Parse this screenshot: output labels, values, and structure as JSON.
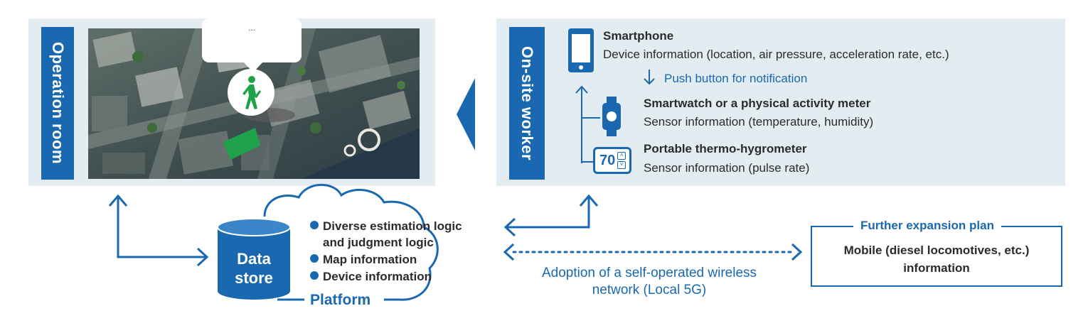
{
  "operation_room": {
    "label": "Operation room",
    "map_callout": "..."
  },
  "onsite_worker": {
    "label": "On-site worker",
    "devices": [
      {
        "name": "Smartphone",
        "info": "Device information (location, air pressure, acceleration rate, etc.)"
      },
      {
        "name": "Smartwatch or a physical activity meter",
        "info": "Sensor information (temperature, humidity)"
      },
      {
        "name": "Portable thermo-hygrometer",
        "info": "Sensor information (pulse rate)"
      }
    ],
    "push_note": "Push button for notification",
    "thermo_display": "70"
  },
  "platform": {
    "datastore_line1": "Data",
    "datastore_line2": "store",
    "items": [
      "Diverse estimation logic",
      "and judgment logic",
      "Map information",
      "Device information"
    ],
    "label": "Platform"
  },
  "network": {
    "line1": "Adoption of a self-operated wireless",
    "line2": "network (Local 5G)"
  },
  "expansion": {
    "title": "Further expansion plan",
    "line1": "Mobile (diesel locomotives, etc.)",
    "line2": "information"
  },
  "colors": {
    "accent": "#1a69b0",
    "panel": "#e3ecf1",
    "walker": "#1fa34a"
  }
}
